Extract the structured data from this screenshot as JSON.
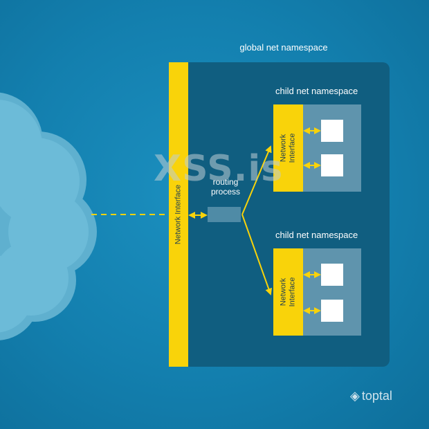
{
  "labels": {
    "global_namespace": "global net namespace",
    "child_namespace_1": "child net namespace",
    "child_namespace_2": "child net namespace",
    "main_interface": "Network Interface",
    "child_interface_1": [
      "Network",
      "Interface"
    ],
    "child_interface_2": [
      "Network",
      "Interface"
    ],
    "routing_line1": "routing",
    "routing_line2": "process"
  },
  "watermark": "XSS.is",
  "brand": "toptal",
  "colors": {
    "background": "#137fae",
    "namespace_box": "#105e80",
    "interface_yellow": "#f9d30a",
    "child_body": "#5f94ad",
    "cloud": "#62b3d1"
  },
  "icons": [
    "cloud-icon",
    "toptal-logo-icon"
  ]
}
